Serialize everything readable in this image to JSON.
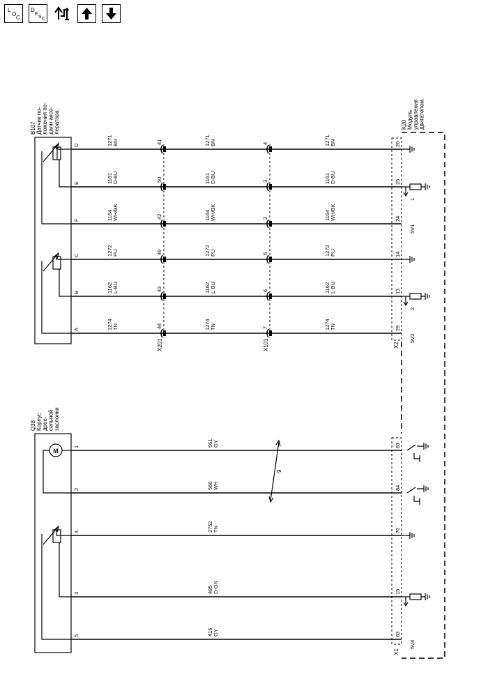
{
  "toolbar": {
    "loc": {
      "l": "L",
      "o": "O",
      "c": "C"
    },
    "desc": {
      "d": "D",
      "e": "E",
      "s": "S",
      "c": "C"
    },
    "buttons": [
      "schematic-icon",
      "arrow-up-icon",
      "arrow-down-icon"
    ]
  },
  "b107": {
    "title": [
      "B107",
      "Датчик по-",
      "ложения пе-",
      "дали аксе-",
      "лератора"
    ],
    "pins": [
      "D",
      "E",
      "F",
      "C",
      "B",
      "A"
    ]
  },
  "k20": {
    "title": [
      "K20",
      "Модуль",
      "управления",
      "двигателем."
    ],
    "pins_top": [
      "26",
      "25",
      "24",
      "14",
      "13",
      "29"
    ],
    "pins_bottom": [
      "83",
      "84",
      "70",
      "15",
      "63"
    ],
    "labels": {
      "p24": "5V1",
      "p29": "5V2",
      "p63": "5V4",
      "p25": "1",
      "p13": "2"
    }
  },
  "q38": {
    "title": [
      "Q38",
      "Корпус",
      "дрос-",
      "сельной",
      "заслонки"
    ],
    "pins": [
      "1",
      "2",
      "4",
      "3",
      "5"
    ],
    "motor": "M"
  },
  "connectors": {
    "x201": "X201",
    "x101": "X101",
    "x2": "X2",
    "x1": "X1",
    "x201_pins": [
      "41",
      "50",
      "42",
      "49",
      "43",
      "44"
    ],
    "x101_pins": [
      "4",
      "3",
      "2",
      "5",
      "6",
      "7"
    ]
  },
  "circuits_top": [
    {
      "num": "1271",
      "color": "BN"
    },
    {
      "num": "1161",
      "color": "D-BU"
    },
    {
      "num": "1164",
      "color": "WH/BK"
    },
    {
      "num": "1272",
      "color": "PU"
    },
    {
      "num": "1162",
      "color": "L-BU"
    },
    {
      "num": "1274",
      "color": "TN"
    }
  ],
  "circuits_bottom": [
    {
      "num": "561",
      "color": "GY"
    },
    {
      "num": "560",
      "color": "WH"
    },
    {
      "num": "2752",
      "color": "TN"
    },
    {
      "num": "485",
      "color": "D-GN"
    },
    {
      "num": "416",
      "color": "GY"
    }
  ],
  "twisted_label": "9"
}
